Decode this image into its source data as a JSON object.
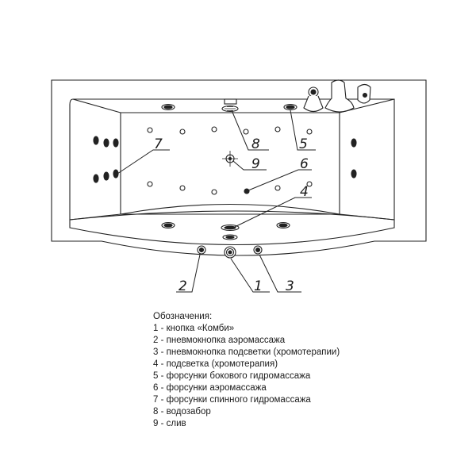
{
  "diagram": {
    "callouts": [
      "1",
      "2",
      "3",
      "4",
      "5",
      "6",
      "7",
      "8",
      "9"
    ]
  },
  "legend": {
    "title": "Обозначения:",
    "items": [
      "1 - кнопка «Комби»",
      "2 - пневмокнопка аэромассажа",
      "3 - пневмокнопка подсветки (хромотерапии)",
      "4 - подсветка (хромотерапия)",
      "5 - форсунки бокового гидромассажа",
      "6 - форсунки аэромассажа",
      "7 - форсунки спинного гидромассажа",
      "8 - водозабор",
      "9 - слив"
    ]
  }
}
